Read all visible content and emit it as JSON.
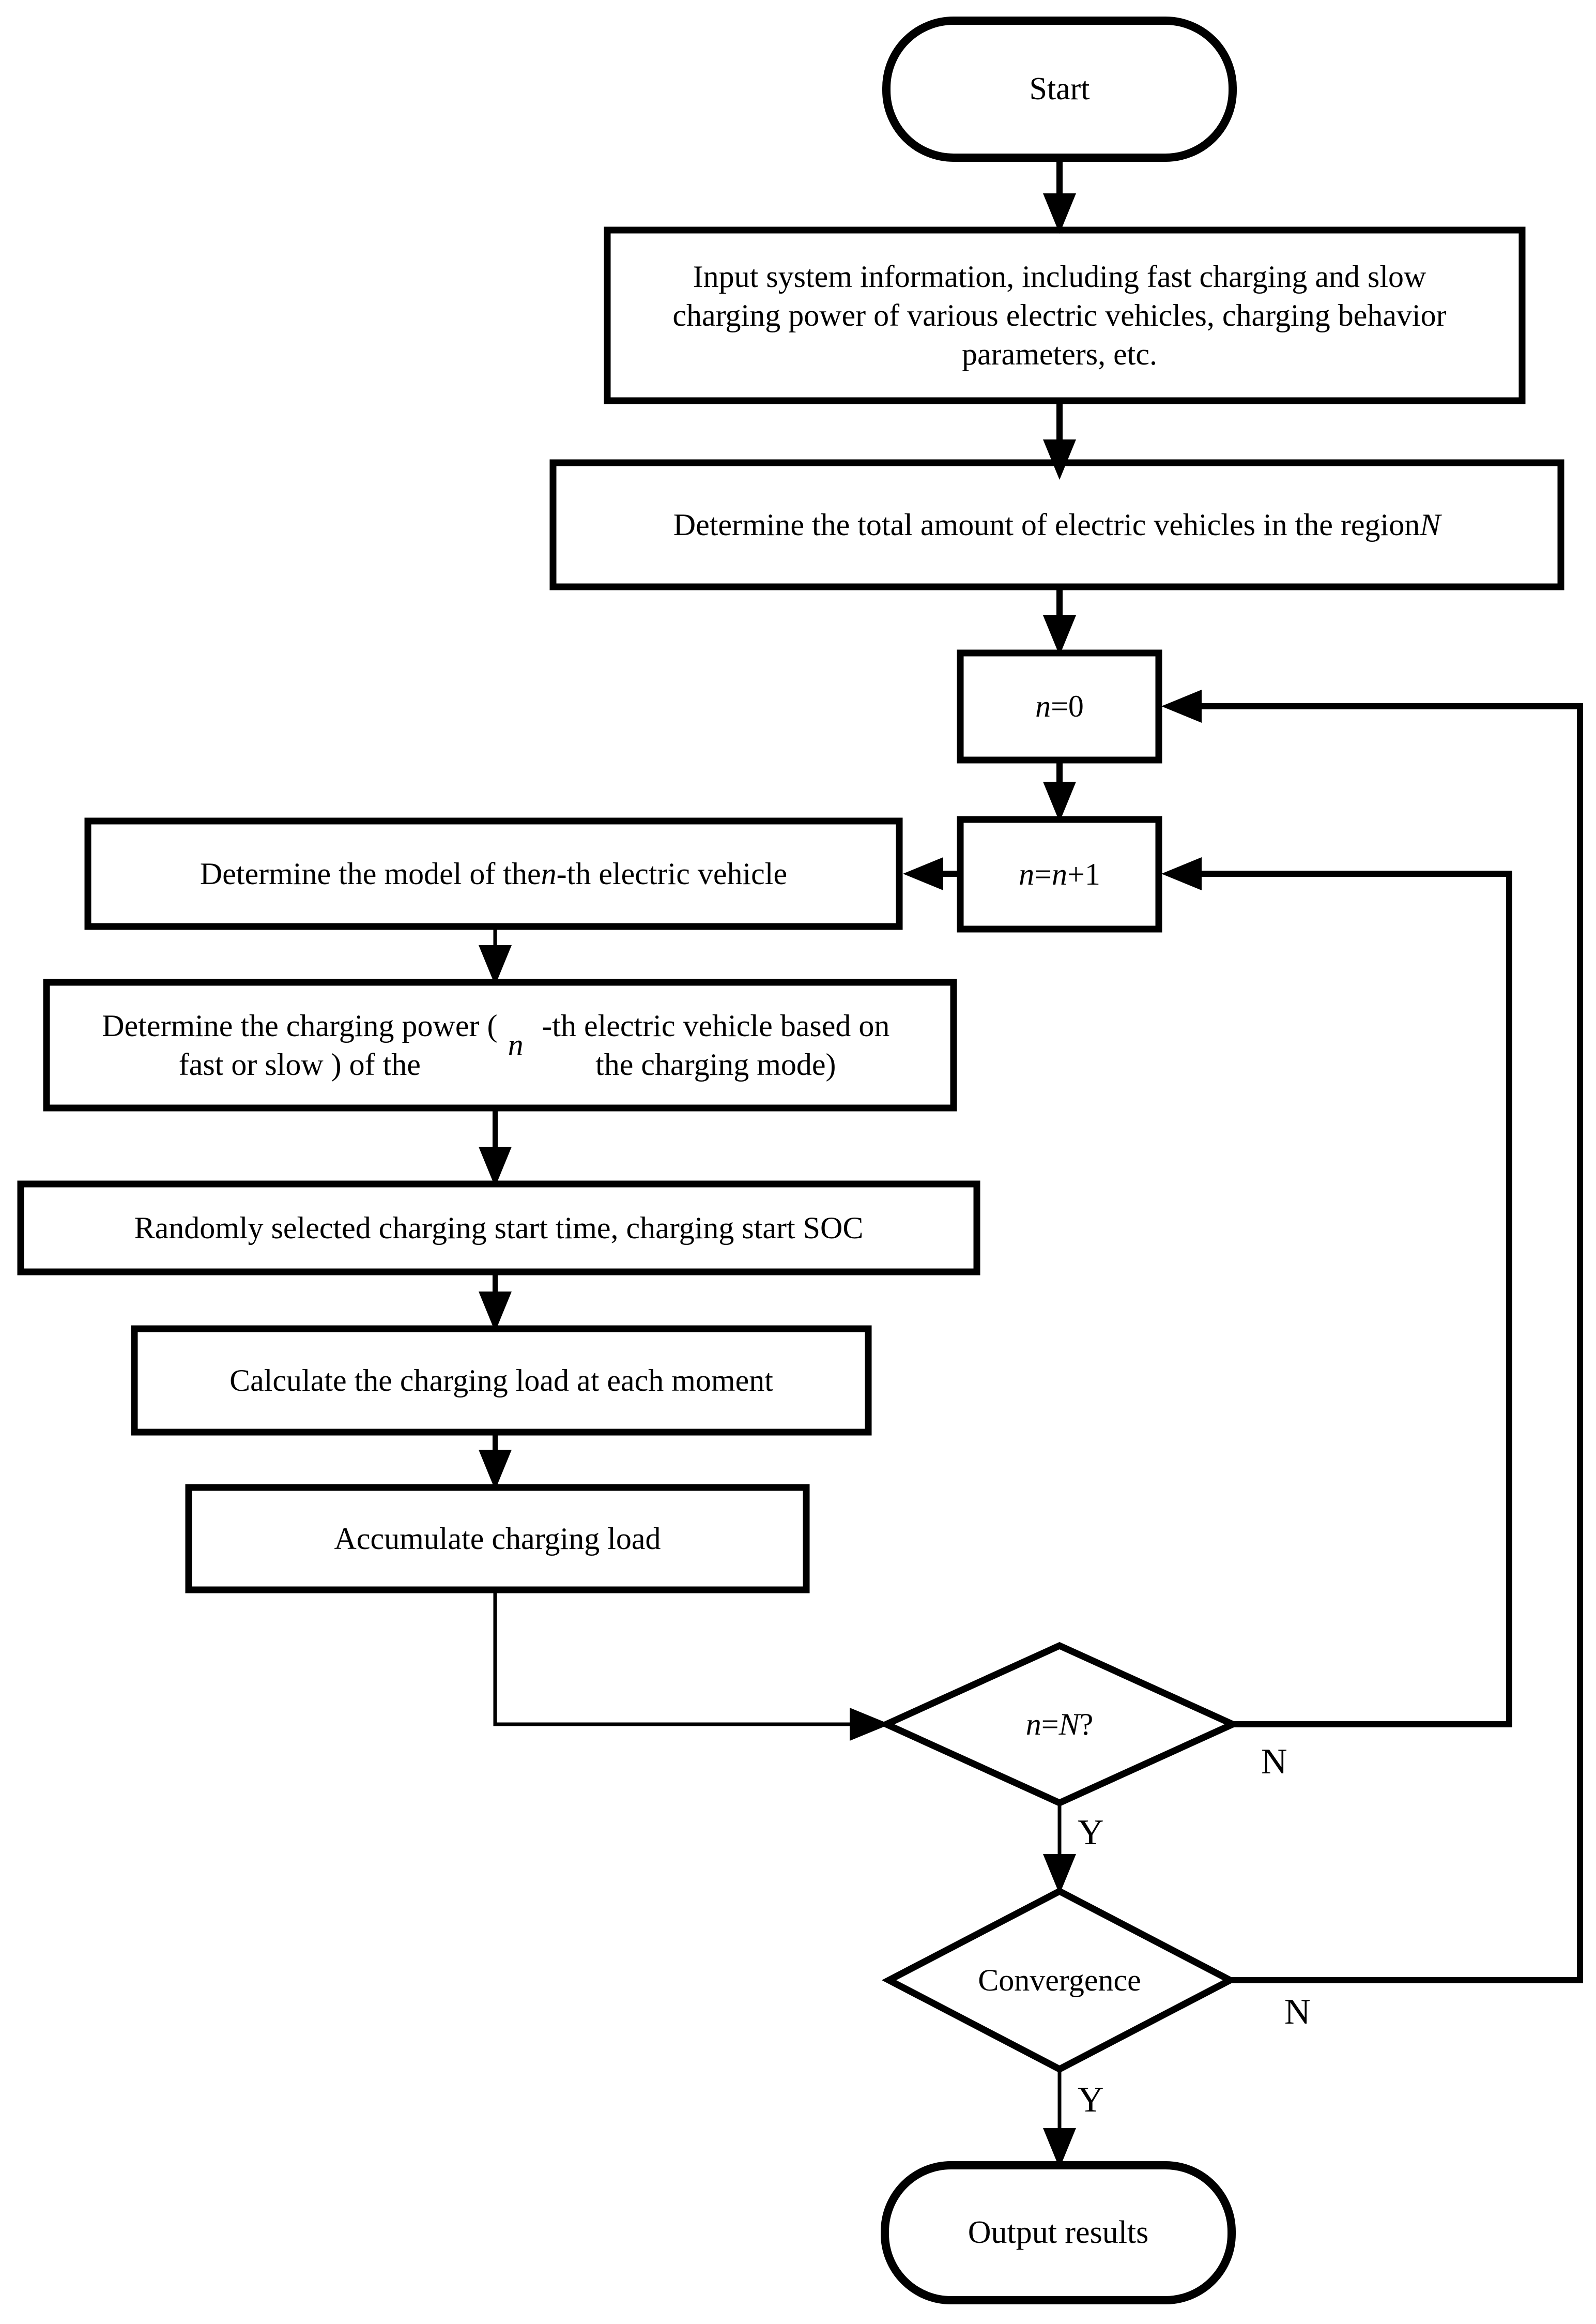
{
  "flowchart": {
    "background_color": "#ffffff",
    "stroke_color": "#000000",
    "nodes": {
      "start": {
        "shape": "terminator",
        "label": "Start"
      },
      "input_info": {
        "shape": "process",
        "label": "Input system information, including fast charging and slow charging power of various electric vehicles, charging behavior parameters, etc."
      },
      "total_ev": {
        "shape": "process",
        "label": "Determine the total amount of electric vehicles in the region ~N~"
      },
      "n_init": {
        "shape": "process",
        "label": "~n~=0"
      },
      "n_increment": {
        "shape": "process",
        "label": "~n~=~n~+1"
      },
      "model": {
        "shape": "process",
        "label": "Determine the model of the ~n~-th electric vehicle"
      },
      "charging_power": {
        "shape": "process",
        "label": "Determine the charging power ( fast or slow ) of the ~n~-th electric vehicle based on the charging mode)"
      },
      "random_start": {
        "shape": "process",
        "label": "Randomly selected charging start time, charging start SOC"
      },
      "calc_load": {
        "shape": "process",
        "label": "Calculate the charging load at each moment"
      },
      "accumulate": {
        "shape": "process",
        "label": "Accumulate charging load"
      },
      "check_n": {
        "shape": "decision",
        "label": "~n~=~N~?"
      },
      "check_convergence": {
        "shape": "decision",
        "label": "Convergence"
      },
      "output": {
        "shape": "terminator",
        "label": "Output results"
      }
    },
    "branch_labels": {
      "check_n_no": "N",
      "check_n_yes": "Y",
      "convergence_no": "N",
      "convergence_yes": "Y"
    }
  }
}
